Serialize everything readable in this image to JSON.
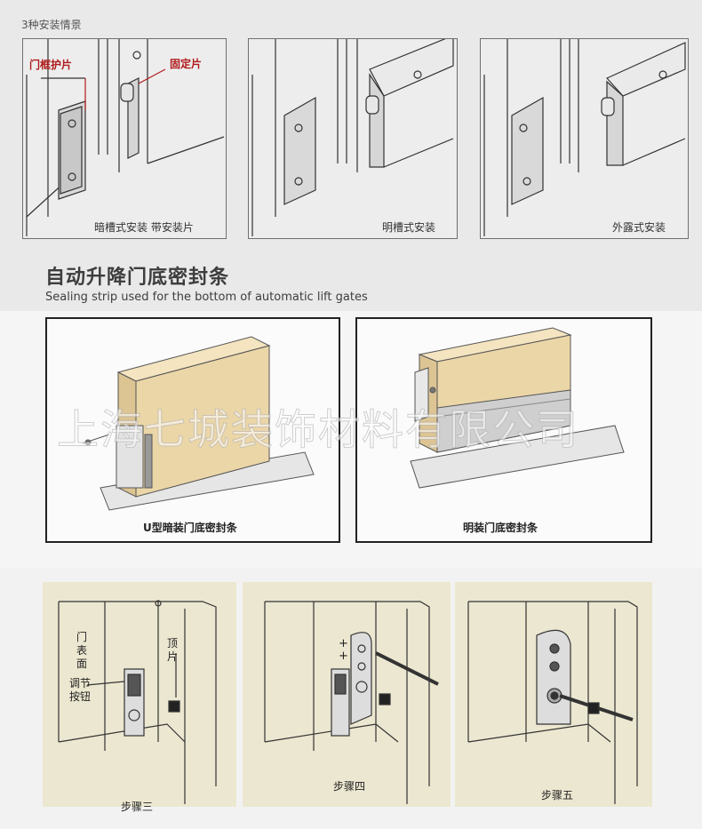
{
  "section_install": {
    "intro": "3种安装情景",
    "panels": [
      {
        "caption": "暗槽式安装  带安装片",
        "callouts": [
          "门框护片",
          "固定片"
        ]
      },
      {
        "caption": "明槽式安装"
      },
      {
        "caption": "外露式安装"
      }
    ]
  },
  "section_product": {
    "title": "自动升降门底密封条",
    "subtitle": "Sealing strip used for the bottom of automatic lift gates",
    "watermark": "上海七城装饰材料有限公司",
    "boxes": [
      {
        "caption": "U型暗装门底密封条"
      },
      {
        "caption": "明装门底密封条"
      }
    ]
  },
  "section_steps": {
    "panels": [
      {
        "caption": "步骤三",
        "labels": {
          "door_face": "门表面",
          "adjust_button": "调节按钮",
          "top_piece": "顶片"
        },
        "marks": "+"
      },
      {
        "caption": "步骤四",
        "marks": [
          "+",
          "+"
        ]
      },
      {
        "caption": "步骤五"
      }
    ]
  },
  "colors": {
    "band_top": "#e9e9e9",
    "callout_red": "#b01a1a",
    "wood": "#ebd6a8",
    "step_bg": "#ece7d0"
  }
}
